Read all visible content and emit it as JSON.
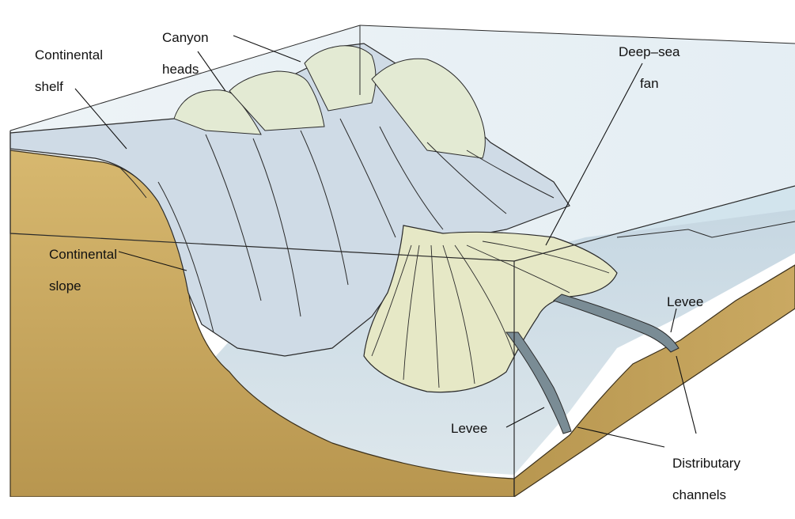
{
  "labels": {
    "continental_shelf": [
      "Continental",
      "shelf"
    ],
    "canyon_heads": [
      "Canyon",
      "heads"
    ],
    "deep_sea_fan": [
      "Deep–sea",
      "fan"
    ],
    "continental_slope": [
      "Continental",
      "slope"
    ],
    "levee_right": "Levee",
    "levee_left": "Levee",
    "distributary_channels": [
      "Distributary",
      "channels"
    ]
  },
  "colors": {
    "sediment": "#c9a862",
    "sediment_dark": "#a8874a",
    "water": "#d6e6ee",
    "seafloor": "#cfdde6",
    "relief": "#e6ecd8",
    "fan": "#e5e7c4",
    "line": "#2a2a2a"
  }
}
